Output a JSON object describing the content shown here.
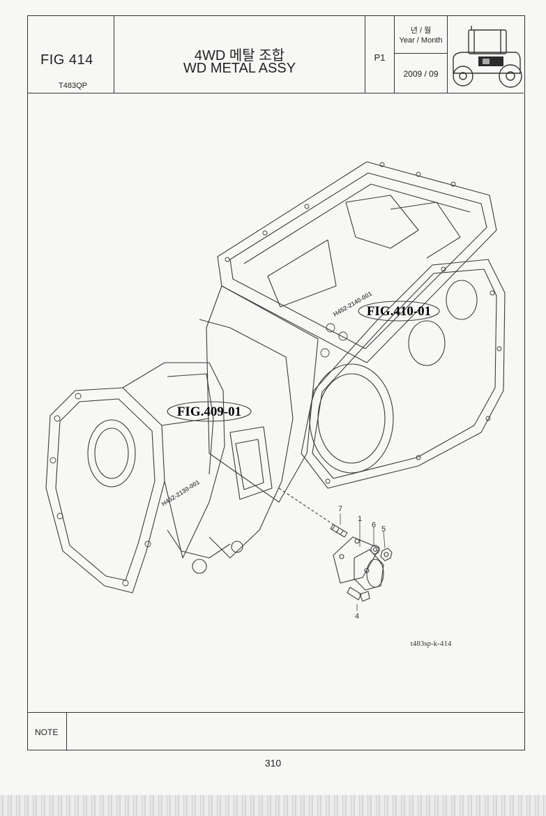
{
  "header": {
    "fig_number": "FIG 414",
    "model_code": "T483QP",
    "title_korean": "4WD 메탈 조합",
    "title_english": "WD METAL ASSY",
    "page_label": "P1",
    "year_month_korean": "년 / 월",
    "year_month_english": "Year / Month",
    "date": "2009  / 09"
  },
  "drawing": {
    "refs": [
      {
        "label": "FIG.409-01"
      },
      {
        "label": "FIG.410-01"
      }
    ],
    "callouts": [
      "7",
      "1",
      "6",
      "5",
      "4"
    ],
    "casting_marks": [
      "H452-2140-001",
      "H452-2130-001"
    ],
    "drawing_code": "t483sp-k-414"
  },
  "footer": {
    "note_label": "NOTE",
    "note_text": "",
    "page_number": "310"
  }
}
